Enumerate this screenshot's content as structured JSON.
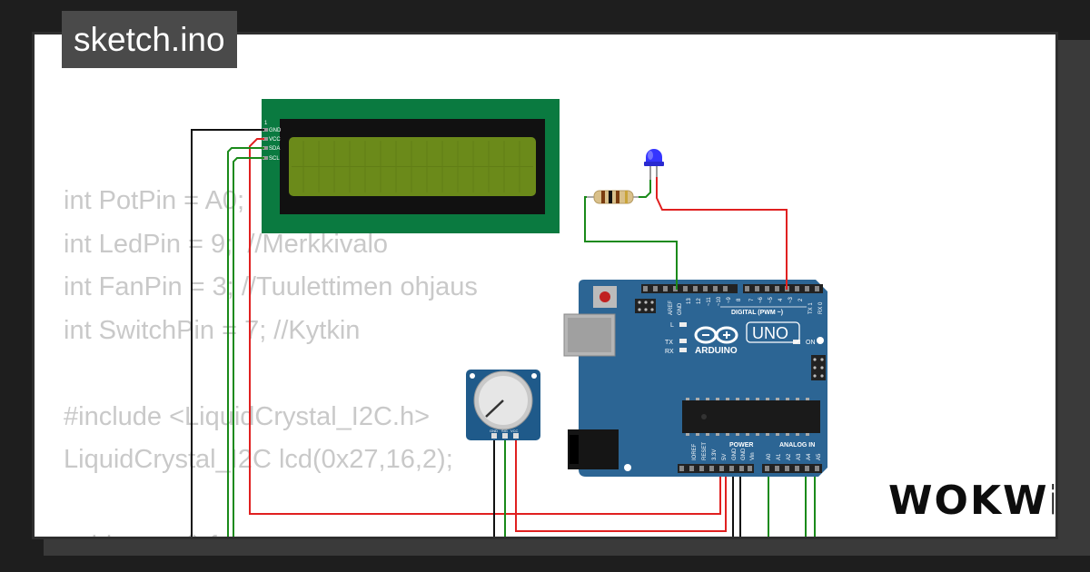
{
  "title": "sketch.ino",
  "code_lines": [
    "int PotPin = A0;",
    "int LedPin = 9;  //Merkkivalo",
    "int FanPin = 3; //Tuulettimen ohjaus",
    "int SwitchPin = 7; //Kytkin",
    "",
    "#include <LiquidCrystal_I2C.h>",
    "LiquidCrystal_I2C lcd(0x27,16,2);",
    "",
    "void setup() {"
  ],
  "lcd": {
    "pin_1": "1",
    "pins": [
      "GND",
      "VCC",
      "SDA",
      "SCL"
    ]
  },
  "arduino": {
    "brand": "ARDUINO",
    "model": "UNO",
    "digital_label": "DIGITAL (PWM ~)",
    "analog_label": "ANALOG IN",
    "power_label": "POWER",
    "on_label": "ON",
    "l_label": "L",
    "tx_label": "TX",
    "rx_label": "RX",
    "digital_pins": [
      "AREF",
      "GND",
      "13",
      "12",
      "~11",
      "~10",
      "~9",
      "8",
      "7",
      "~6",
      "~5",
      "4",
      "~3",
      "2",
      "TX 1",
      "RX 0"
    ],
    "power_pins": [
      "IOREF",
      "RESET",
      "3.3V",
      "5V",
      "GND",
      "GND",
      "Vin"
    ],
    "analog_pins": [
      "A0",
      "A1",
      "A2",
      "A3",
      "A4",
      "A5"
    ]
  },
  "potentiometer": {
    "pins": [
      "GND",
      "SIG",
      "VCC"
    ]
  },
  "logo": "WOKWi",
  "colors": {
    "background": "#1e1e1e",
    "panel_shadow": "#3a3a3a",
    "title_bg": "#4a4a4a",
    "code_text": "#c9c9c9",
    "lcd_board": "#0a7a40",
    "lcd_screen": "#6b8a1a",
    "arduino_board": "#2c6594",
    "wire_red": "#e02020",
    "wire_green": "#1a8a1a",
    "wire_black": "#111111",
    "led_blue": "#3535ff"
  }
}
